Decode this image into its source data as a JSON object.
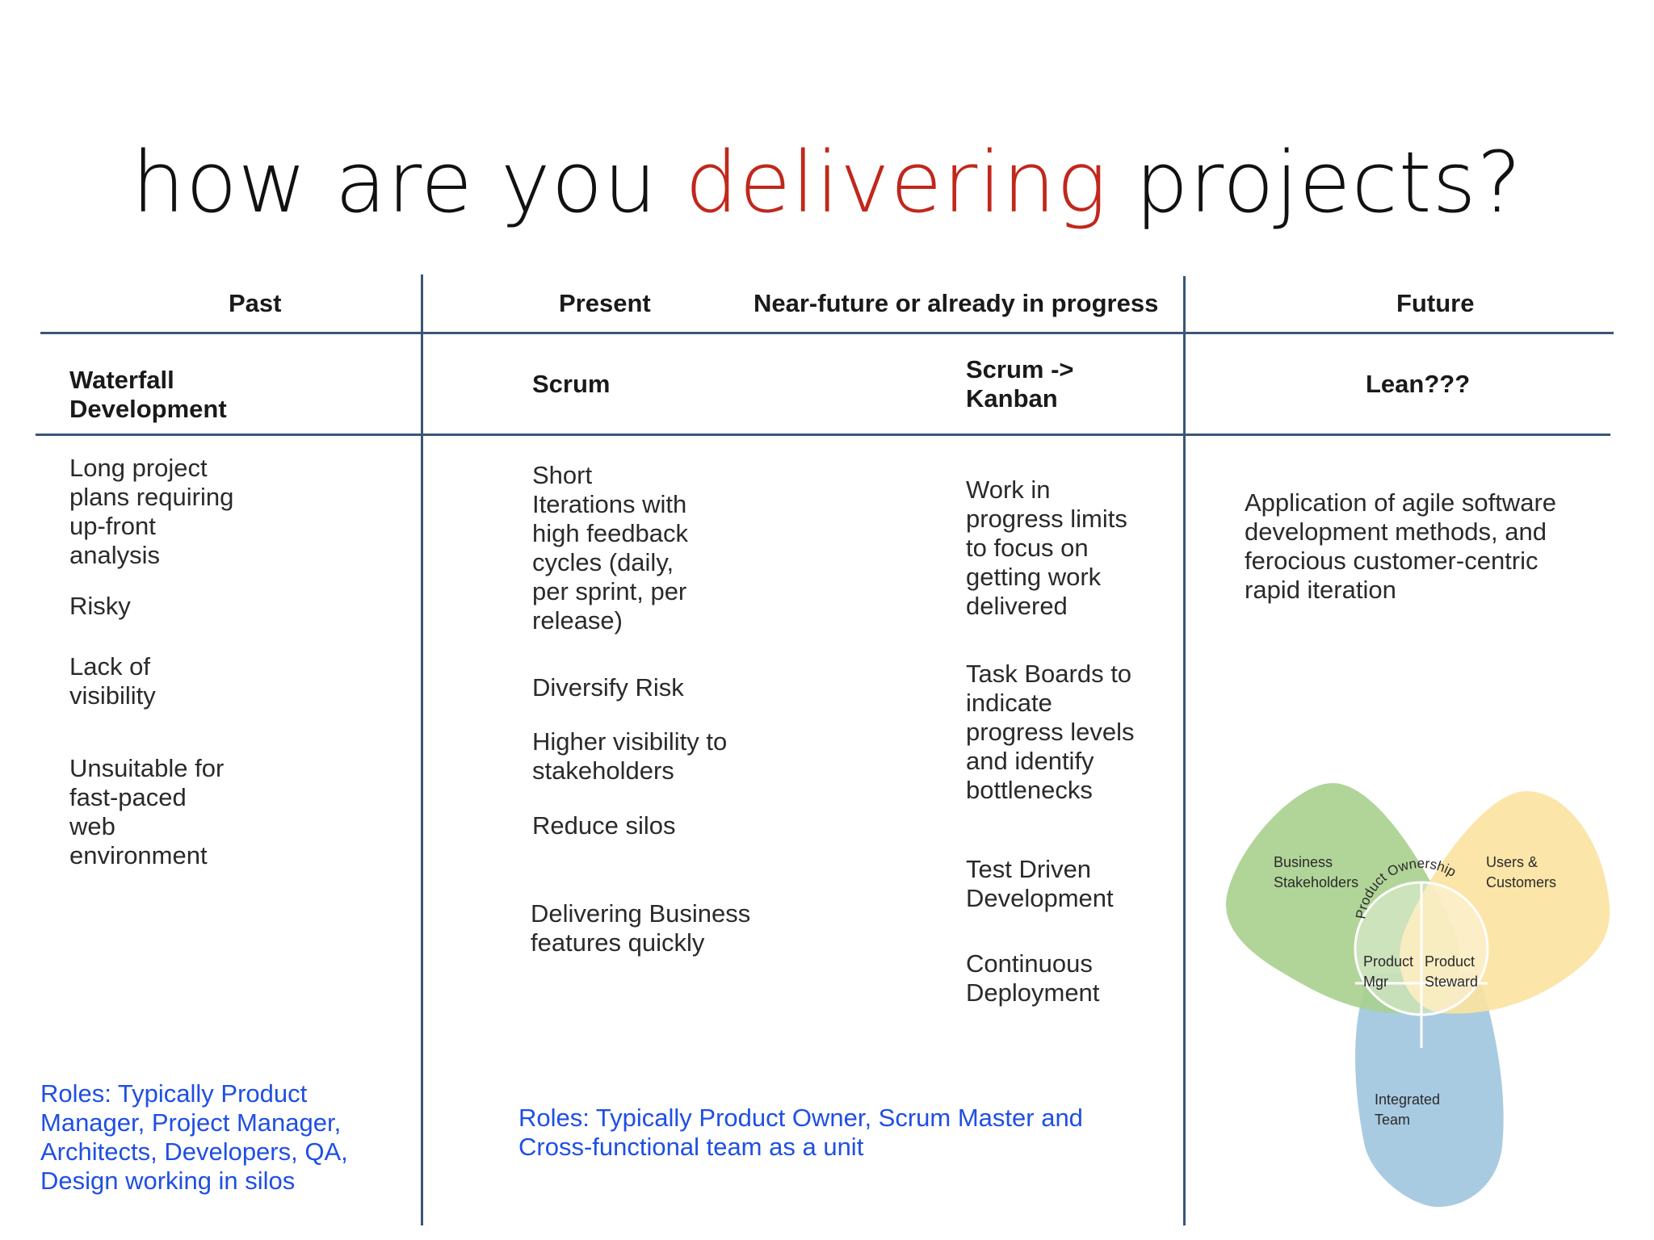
{
  "title": {
    "pre": "how are you ",
    "accent": "delivering",
    "post": " projects?",
    "accent_color": "#c0281b"
  },
  "table": {
    "headers": {
      "past": "Past",
      "present": "Present",
      "near_future": "Near-future or already in progress",
      "future": "Future"
    },
    "methods": {
      "waterfall": [
        "Waterfall",
        "Development"
      ],
      "scrum": "Scrum",
      "kanban": [
        "Scrum ->",
        "Kanban"
      ],
      "lean": "Lean???"
    },
    "past_items": [
      [
        "Long project",
        "plans requiring",
        "up-front",
        "analysis"
      ],
      [
        "Risky"
      ],
      [
        "Lack of",
        "visibility"
      ],
      [
        "Unsuitable for",
        "fast-paced",
        "web",
        "environment"
      ]
    ],
    "scrum_items": [
      [
        "Short",
        "Iterations with",
        "high feedback",
        "cycles (daily,",
        "per sprint, per",
        "release)"
      ],
      [
        "Diversify Risk"
      ],
      [
        "Higher visibility to",
        "stakeholders"
      ],
      [
        "Reduce silos"
      ],
      [
        "Delivering Business",
        "features quickly"
      ]
    ],
    "kanban_items": [
      [
        "Work in",
        "progress limits",
        "to focus on",
        "getting work",
        "delivered"
      ],
      [
        "Task Boards to",
        "indicate",
        "progress levels",
        "and identify",
        "bottlenecks"
      ],
      [
        "Test Driven",
        "Development"
      ],
      [
        "Continuous",
        "Deployment"
      ]
    ],
    "future_text": [
      "Application of agile software",
      "development methods, and",
      "ferocious customer-centric",
      "rapid iteration"
    ],
    "roles_past": [
      "Roles: Typically Product",
      "Manager, Project Manager,",
      "Architects, Developers, QA,",
      "Design working in silos"
    ],
    "roles_present": [
      "Roles: Typically Product Owner, Scrum Master and",
      "Cross-functional team as a unit"
    ],
    "roles_color": "#1f4fe3"
  },
  "venn": {
    "business": [
      "Business",
      "Stakeholders"
    ],
    "users": [
      "Users &",
      "Customers"
    ],
    "ownership": "Product Ownership",
    "product_mgr": [
      "Product",
      "Mgr"
    ],
    "product_steward": [
      "Product",
      "Steward"
    ],
    "team": [
      "Integrated",
      "Team"
    ],
    "colors": {
      "green": "#a9d08e",
      "yellow": "#fbe3a1",
      "blue": "#9ec5df"
    }
  }
}
